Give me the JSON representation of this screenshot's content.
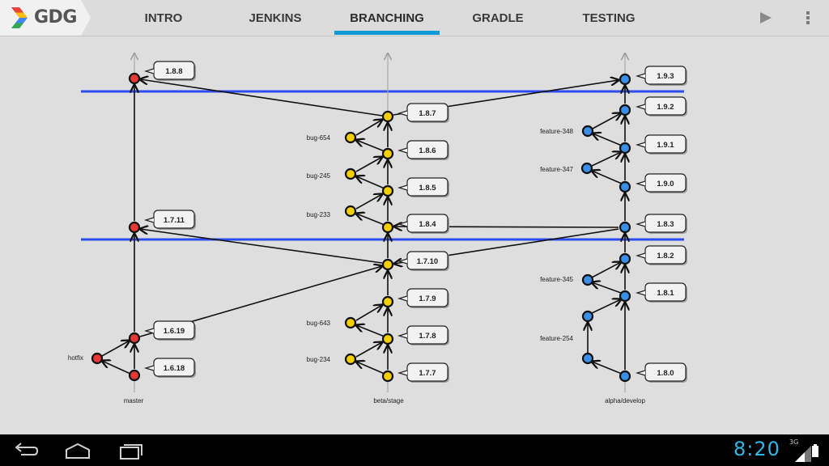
{
  "app": {
    "logo_text": "GDG"
  },
  "tabs": [
    {
      "label": "INTRO"
    },
    {
      "label": "JENKINS"
    },
    {
      "label": "BRANCHING",
      "active": true
    },
    {
      "label": "GRADLE"
    },
    {
      "label": "TESTING"
    }
  ],
  "toolbar": {
    "play_icon": "play-icon",
    "overflow_icon": "overflow-menu-icon"
  },
  "colors": {
    "master": "#e53935",
    "beta": "#f4d000",
    "alpha": "#3a8fe8",
    "release_line": "#1a3cf0",
    "accent": "#0e9ad7",
    "clock": "#33b5e5"
  },
  "diagram": {
    "branches": [
      {
        "id": "master",
        "label": "master",
        "color": "#e53935"
      },
      {
        "id": "beta",
        "label": "beta/stage",
        "color": "#f4d000"
      },
      {
        "id": "alpha",
        "label": "alpha/develop",
        "color": "#3a8fe8"
      }
    ],
    "master_versions": [
      "1.8.8",
      "1.7.11",
      "1.6.19",
      "1.6.18"
    ],
    "beta_versions": [
      "1.8.7",
      "1.8.6",
      "1.8.5",
      "1.8.4",
      "1.7.10",
      "1.7.9",
      "1.7.8",
      "1.7.7"
    ],
    "alpha_versions": [
      "1.9.3",
      "1.9.2",
      "1.9.1",
      "1.9.0",
      "1.8.3",
      "1.8.2",
      "1.8.1",
      "1.8.0"
    ],
    "side_branches": {
      "master": [
        "hotfix"
      ],
      "beta": [
        "bug-654",
        "bug-245",
        "bug-233",
        "bug-643",
        "bug-234"
      ],
      "alpha": [
        "feature-348",
        "feature-347",
        "feature-345",
        "feature-254"
      ]
    }
  },
  "system": {
    "clock": "8:20",
    "network": "3G"
  }
}
